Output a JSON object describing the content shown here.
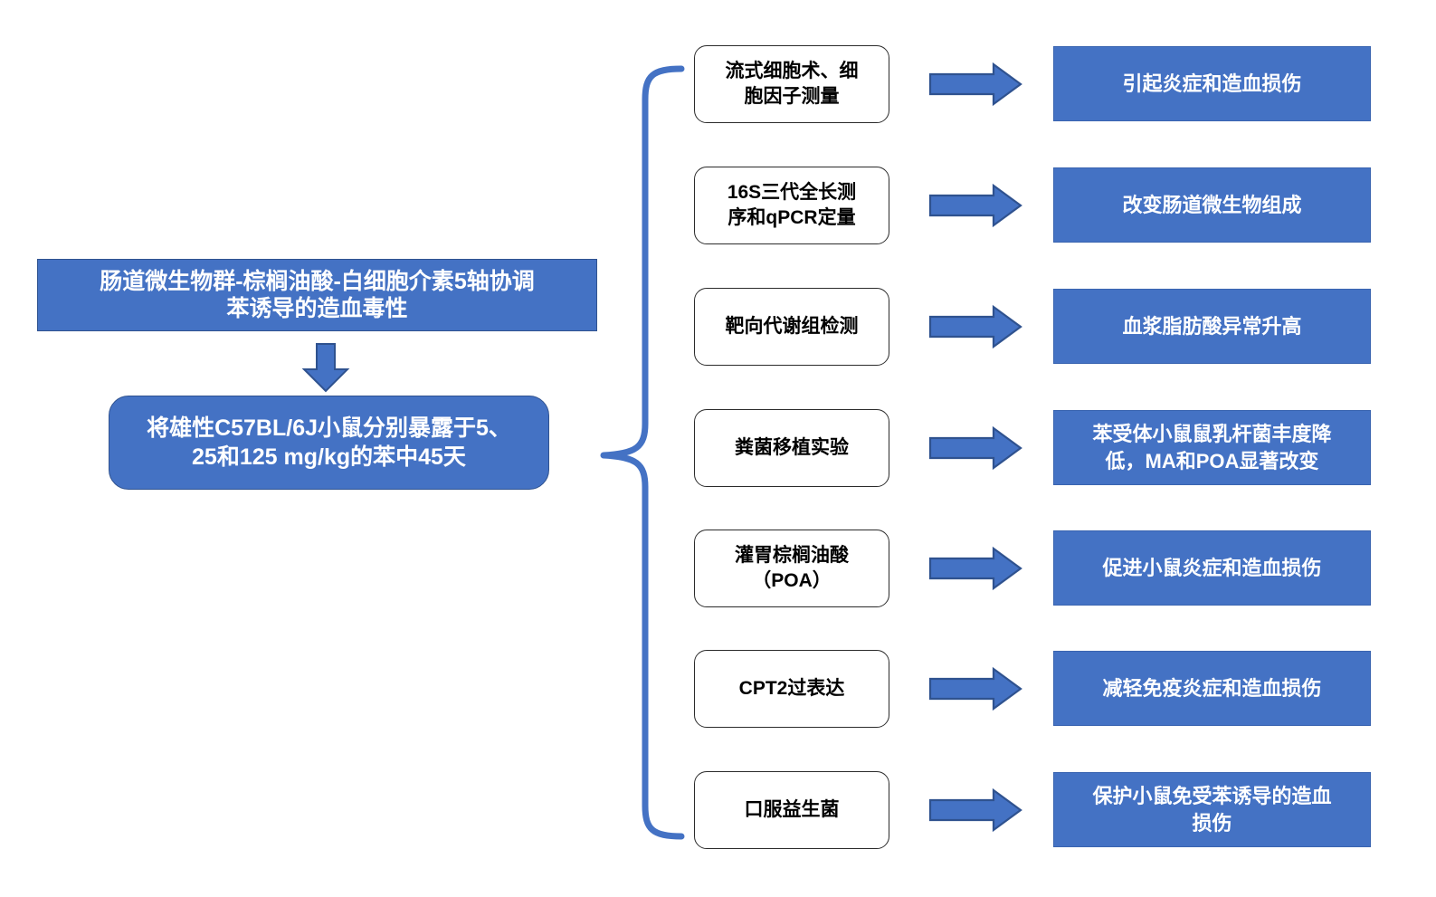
{
  "figure": {
    "type": "flowchart",
    "colors": {
      "accent_blue": "#4472C4",
      "accent_blue_border": "#2F528F",
      "box_outline": "#2b2b2b",
      "text_on_blue": "#FFFFFF",
      "text_on_white": "#000000",
      "background": "#FFFFFF"
    }
  },
  "title_box": {
    "line1": "肠道微生物群-棕榈油酸-白细胞介素5轴协调",
    "line2": "苯诱导的造血毒性"
  },
  "protocol_box": {
    "line1": "将雄性C57BL/6J小鼠分别暴露于5、",
    "line2": "25和125 mg/kg的苯中45天"
  },
  "rows": [
    {
      "method": {
        "line1": "流式细胞术、细",
        "line2": "胞因子测量"
      },
      "result": {
        "line1": "引起炎症和造血损伤",
        "line2": ""
      }
    },
    {
      "method": {
        "line1": "16S三代全长测",
        "line2": "序和qPCR定量"
      },
      "result": {
        "line1": "改变肠道微生物组成",
        "line2": ""
      }
    },
    {
      "method": {
        "line1": "靶向代谢组检测",
        "line2": ""
      },
      "result": {
        "line1": "血浆脂肪酸异常升高",
        "line2": ""
      }
    },
    {
      "method": {
        "line1": "粪菌移植实验",
        "line2": ""
      },
      "result": {
        "line1": "苯受体小鼠鼠乳杆菌丰度降",
        "line2": "低，MA和POA显著改变"
      }
    },
    {
      "method": {
        "line1": "灌胃棕榈油酸",
        "line2": "（POA）"
      },
      "result": {
        "line1": "促进小鼠炎症和造血损伤",
        "line2": ""
      }
    },
    {
      "method": {
        "line1": "CPT2过表达",
        "line2": ""
      },
      "result": {
        "line1": "减轻免疫炎症和造血损伤",
        "line2": ""
      }
    },
    {
      "method": {
        "line1": "口服益生菌",
        "line2": ""
      },
      "result": {
        "line1": "保护小鼠免受苯诱导的造血",
        "line2": "损伤"
      }
    }
  ],
  "icons": {
    "down_arrow": "down-arrow-icon",
    "right_arrow": "right-arrow-icon",
    "brace": "curly-brace-icon"
  }
}
